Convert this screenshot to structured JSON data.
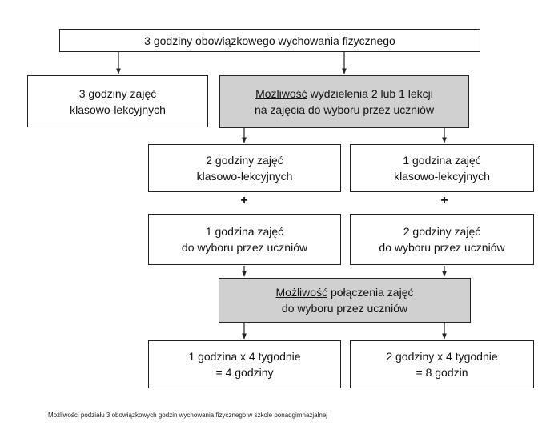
{
  "nodes": {
    "top": {
      "text": "3 godziny obowiązkowego wychowania fizycznego"
    },
    "left_main": {
      "line1": "3 godziny zajęć",
      "line2": "klasowo-lekcyjnych"
    },
    "option_split": {
      "underlined": "Możliwość",
      "rest": " wydzielenia 2 lub 1 lekcji",
      "line2": "na zajęcia do wyboru przez uczniów"
    },
    "mid_left_top": {
      "line1": "2 godziny zajęć",
      "line2": "klasowo-lekcyjnych"
    },
    "mid_right_top": {
      "line1": "1 godzina zajęć",
      "line2": "klasowo-lekcyjnych"
    },
    "mid_left_bottom": {
      "line1": "1 godzina zajęć",
      "line2": "do wyboru przez uczniów"
    },
    "mid_right_bottom": {
      "line1": "2 godziny zajęć",
      "line2": "do wyboru przez uczniów"
    },
    "option_combine": {
      "underlined": "Możliwość",
      "rest": " połączenia zajęć",
      "line2": "do wyboru przez uczniów"
    },
    "result_left": {
      "line1": "1 godzina x 4 tygodnie",
      "line2": "= 4 godziny"
    },
    "result_right": {
      "line1": "2 godziny x 4 tygodnie",
      "line2": "= 8 godzin"
    }
  },
  "plus_sign": "+",
  "caption": "Możliwości podziału 3 obowiązkowych godzin wychowania fizycznego w szkole ponadgimnazjalnej",
  "colors": {
    "highlight_fill": "#d0d0d0",
    "line": "#222222"
  }
}
